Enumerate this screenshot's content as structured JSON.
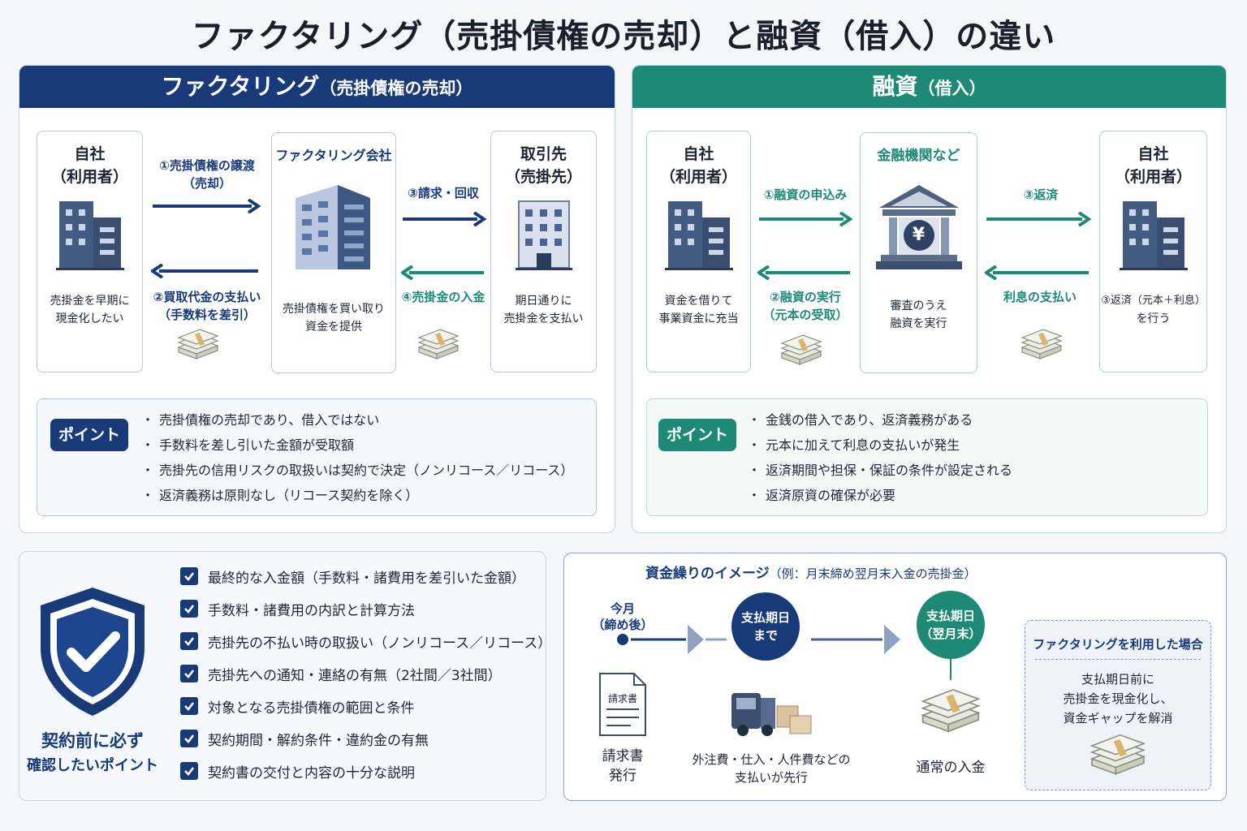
{
  "title": "ファクタリング（売掛債権の売却）と融資（借入）の違い",
  "factoring": {
    "header": "ファクタリング",
    "header_sub": "（売掛債権の売却）",
    "company": {
      "title_line1": "自社",
      "title_line2": "（利用者）",
      "desc_line1": "売掛金を早期に",
      "desc_line2": "現金化したい"
    },
    "factor": {
      "title": "ファクタリング会社",
      "desc_line1": "売掛債権を買い取り",
      "desc_line2": "資金を提供"
    },
    "client": {
      "title_line1": "取引先",
      "title_line2": "（売掛先）",
      "desc_line1": "期日通りに",
      "desc_line2": "売掛金を支払い"
    },
    "arrow1_line1": "①売掛債権の譲渡",
    "arrow1_line2": "（売却）",
    "arrow2_line1": "②買取代金の支払い",
    "arrow2_line2": "（手数料を差引）",
    "arrow3": "③請求・回収",
    "arrow4": "④売掛金の入金",
    "point_label": "ポイント",
    "points": [
      "売掛債権の売却であり、借入ではない",
      "手数料を差し引いた金額が受取額",
      "売掛先の信用リスクの取扱いは契約で決定（ノンリコース／リコース）",
      "返済義務は原則なし（リコース契約を除く）"
    ]
  },
  "loan": {
    "header": "融資",
    "header_sub": "（借入）",
    "company_left": {
      "title_line1": "自社",
      "title_line2": "（利用者）",
      "desc_line1": "資金を借りて",
      "desc_line2": "事業資金に充当"
    },
    "bank": {
      "title": "金融機関など",
      "desc_line1": "審査のうえ",
      "desc_line2": "融資を実行",
      "symbol": "¥"
    },
    "company_right": {
      "title_line1": "自社",
      "title_line2": "（利用者）",
      "desc_line1": "③返済（元本＋利息）",
      "desc_line2": "を行う"
    },
    "arrow1": "①融資の申込み",
    "arrow2_line1": "②融資の実行",
    "arrow2_line2": "（元本の受取）",
    "arrow3": "③返済",
    "arrow4": "利息の支払い",
    "point_label": "ポイント",
    "points": [
      "金銭の借入であり、返済義務がある",
      "元本に加えて利息の支払いが発生",
      "返済期間や担保・保証の条件が設定される",
      "返済原資の確保が必要"
    ]
  },
  "checklist": {
    "title_line1": "契約前に必ず",
    "title_line2": "確認したいポイント",
    "items": [
      "最終的な入金額（手数料・諸費用を差引いた金額）",
      "手数料・諸費用の内訳と計算方法",
      "売掛先の不払い時の取扱い（ノンリコース／リコース）",
      "売掛先への通知・連絡の有無（2社間／3社間）",
      "対象となる売掛債権の範囲と条件",
      "契約期間・解約条件・違約金の有無",
      "契約書の交付と内容の十分な説明"
    ]
  },
  "cashflow": {
    "title": "資金繰りのイメージ",
    "title_sub": "（例：月末締め翌月末入金の売掛金）",
    "now_line1": "今月",
    "now_line2": "（締め後）",
    "invoice_doc": "請求書",
    "invoice_line1": "請求書",
    "invoice_line2": "発行",
    "due1_line1": "支払期日",
    "due1_line2": "まで",
    "expense_line1": "外注費・仕入・人件費などの",
    "expense_line2": "支払いが先行",
    "due2_line1": "支払期日",
    "due2_line2": "（翌月末）",
    "normal_income": "通常の入金",
    "factoring_case_title": "ファクタリングを利用した場合",
    "factoring_case_line1": "支払期日前に",
    "factoring_case_line2": "売掛金を現金化し、",
    "factoring_case_line3": "資金ギャップを解消"
  },
  "colors": {
    "navy": "#183a79",
    "green": "#1e8a75",
    "background": "#f4f6f9"
  }
}
